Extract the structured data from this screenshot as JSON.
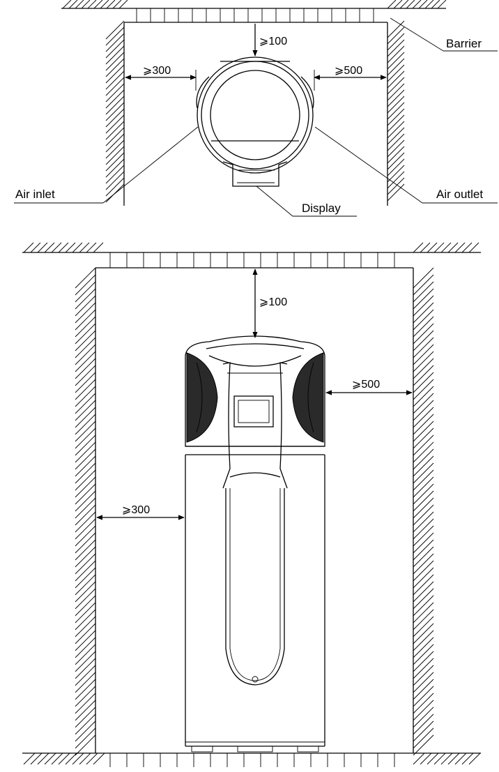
{
  "top_view": {
    "labels": {
      "barrier": "Barrier",
      "air_inlet": "Air inlet",
      "air_outlet": "Air outlet",
      "display": "Display"
    },
    "dimensions": {
      "top": "⩾100",
      "left": "⩾300",
      "right": "⩾500"
    }
  },
  "front_view": {
    "dimensions": {
      "top": "⩾100",
      "left": "⩾300",
      "right": "⩾500"
    }
  }
}
